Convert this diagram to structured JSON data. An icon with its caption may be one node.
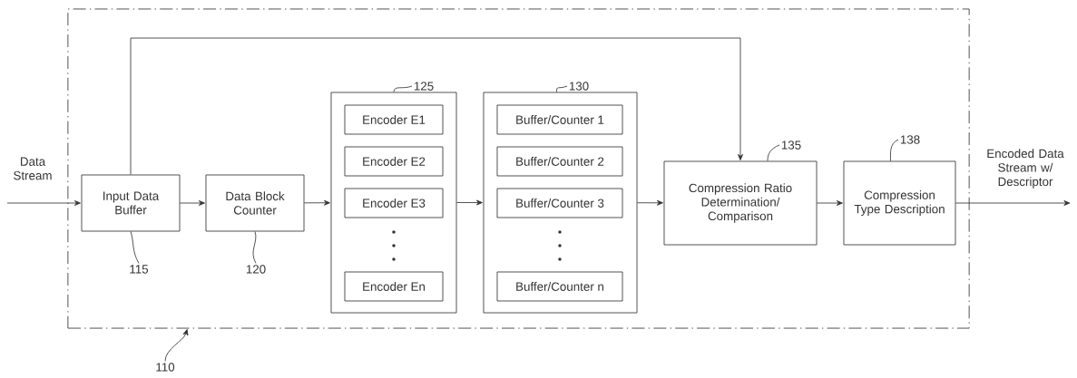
{
  "diagram": {
    "nodes": [
      {
        "text": [],
        "shape": "box"
      },
      {
        "text": [
          "Input Data Buffer"
        ],
        "in": 0
      },
      {
        "text": [
          "Data Block Counter"
        ],
        "in": 0
      },
      {
        "text": [],
        "shape": "box",
        "in": 0
      },
      {
        "text": [
          "Encoder E1"
        ],
        "in": 3
      },
      {
        "text": [
          "Encoder E2"
        ],
        "in": 3
      },
      {
        "text": [
          "Encoder E3"
        ],
        "in": 3
      },
      {
        "text": [
          "Encoder En"
        ],
        "in": 3
      },
      {
        "text": [],
        "shape": "box",
        "in": 0
      },
      {
        "text": [
          "Buffer/Counter 1"
        ],
        "in": 8
      },
      {
        "text": [
          "Buffer/Counter 2"
        ],
        "in": 8
      },
      {
        "text": [
          "Buffer/Counter 3"
        ],
        "in": 8
      },
      {
        "text": [
          "Buffer/Counter n"
        ],
        "in": 8
      },
      {
        "text": [
          "Compression Ratio Determination/ Comparison"
        ],
        "in": 0
      },
      {
        "text": [
          "Compression Type Description"
        ],
        "in": 0
      },
      {
        "text": [
          "115"
        ],
        "in": 0
      },
      {
        "text": [
          "120"
        ],
        "in": 0
      },
      {
        "text": [
          "125"
        ],
        "in": 0
      },
      {
        "text": [
          "130"
        ],
        "in": 0
      },
      {
        "text": [
          "135"
        ],
        "in": 0
      },
      {
        "text": [
          "138"
        ],
        "in": 0
      },
      {
        "text": [
          "110"
        ]
      }
    ],
    "edges": [
      {
        "from": null,
        "to": 1,
        "arrow": "to",
        "label": "Data Stream"
      },
      {
        "from": 1,
        "to": 2,
        "arrow": "to"
      },
      {
        "from": 2,
        "to": 3,
        "arrow": "to"
      },
      {
        "from": 3,
        "to": 8,
        "arrow": "to"
      },
      {
        "from": 8,
        "to": 13,
        "arrow": "to"
      },
      {
        "from": 1,
        "to": 13,
        "arrow": "to"
      },
      {
        "from": 13,
        "to": 14,
        "arrow": "to"
      },
      {
        "from": 14,
        "to": null,
        "arrow": "to",
        "label": "Encoded Data Stream w/ Descriptor"
      },
      {
        "from": 15,
        "to": 1,
        "arrow": "none"
      },
      {
        "from": 16,
        "to": 2,
        "arrow": "none"
      },
      {
        "from": 17,
        "to": 3,
        "arrow": "none"
      },
      {
        "from": 18,
        "to": 8,
        "arrow": "none"
      },
      {
        "from": 19,
        "to": 13,
        "arrow": "none"
      },
      {
        "from": 20,
        "to": 14,
        "arrow": "none"
      },
      {
        "from": 21,
        "to": 0,
        "arrow": "to"
      }
    ]
  }
}
